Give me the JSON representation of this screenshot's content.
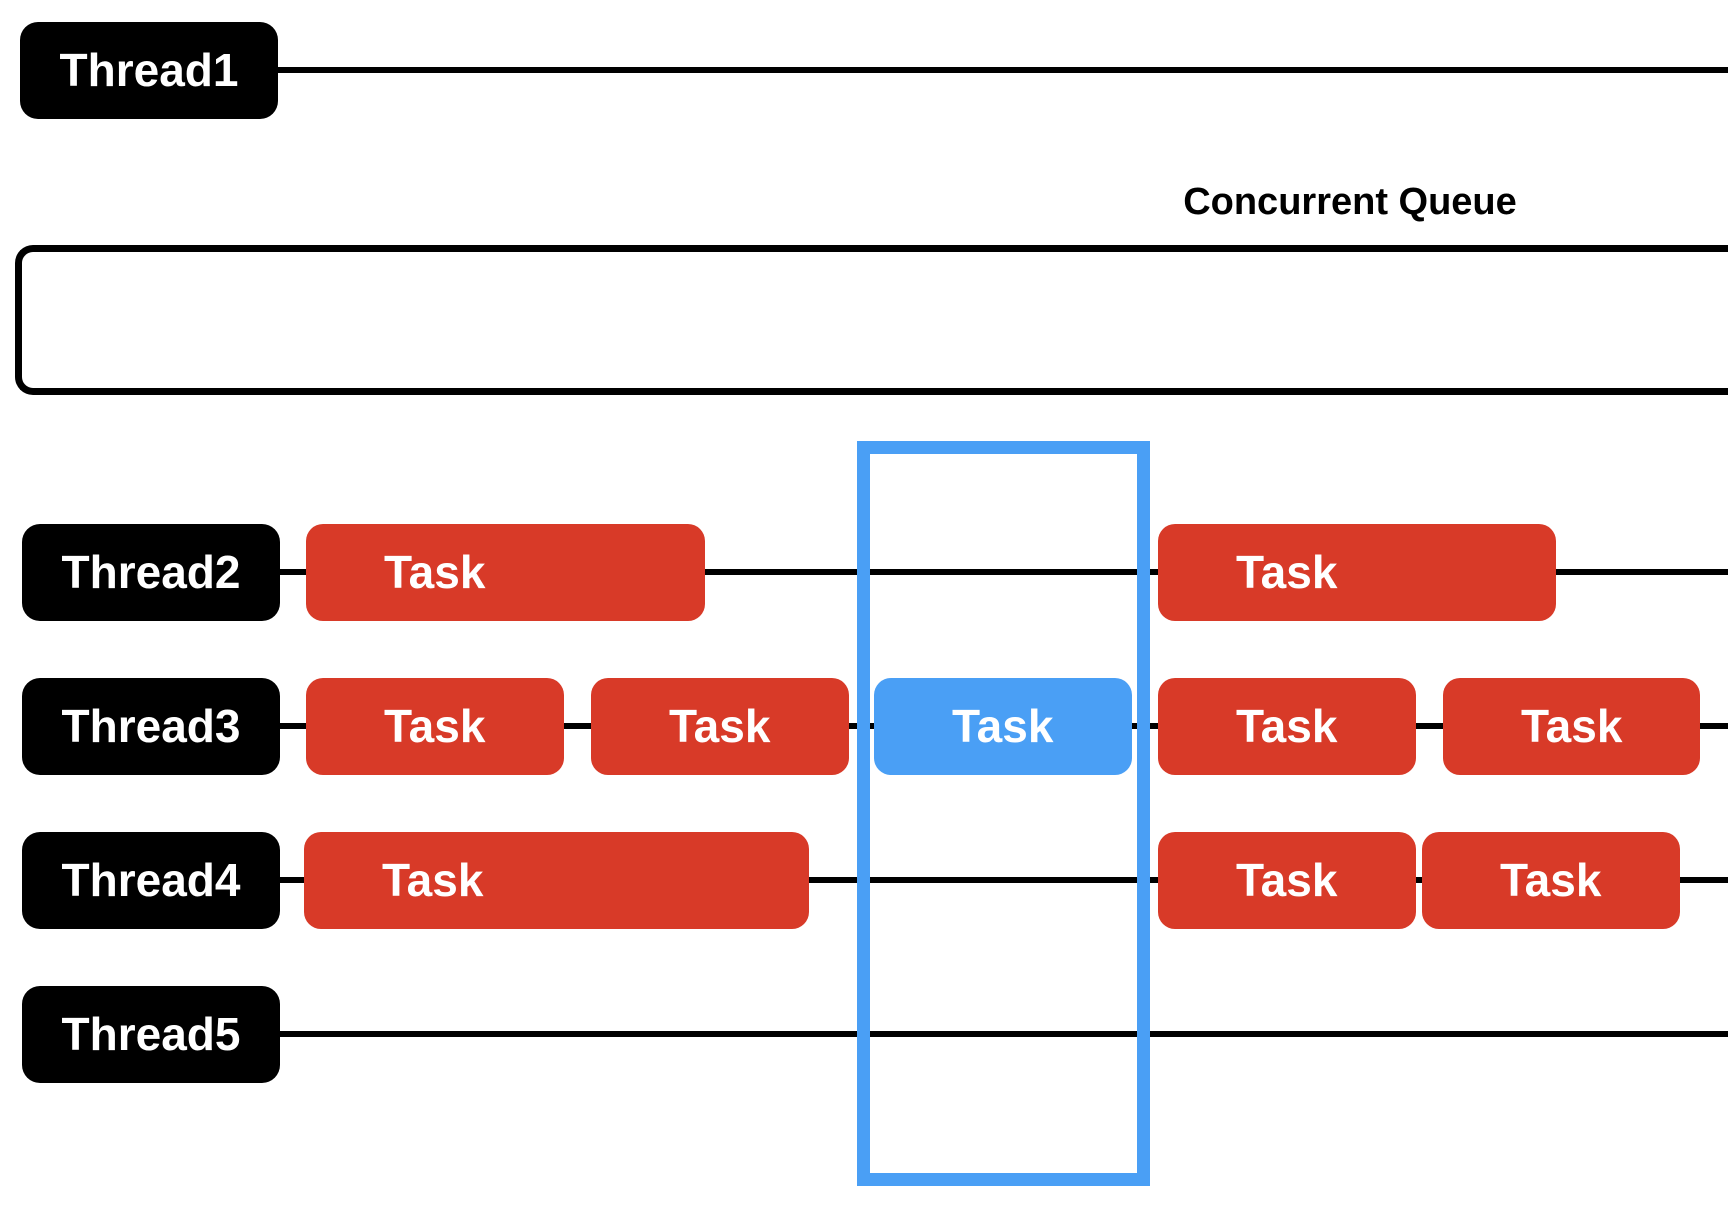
{
  "thread1": {
    "label": "Thread1"
  },
  "queue": {
    "title": "Concurrent Queue"
  },
  "threads": [
    {
      "label": "Thread2",
      "tasks": [
        {
          "label": "Task",
          "highlighted": false
        },
        {
          "label": "Task",
          "highlighted": false
        }
      ]
    },
    {
      "label": "Thread3",
      "tasks": [
        {
          "label": "Task",
          "highlighted": false
        },
        {
          "label": "Task",
          "highlighted": false
        },
        {
          "label": "Task",
          "highlighted": true
        },
        {
          "label": "Task",
          "highlighted": false
        },
        {
          "label": "Task",
          "highlighted": false
        }
      ]
    },
    {
      "label": "Thread4",
      "tasks": [
        {
          "label": "Task",
          "highlighted": false
        },
        {
          "label": "Task",
          "highlighted": false
        },
        {
          "label": "Task",
          "highlighted": false
        }
      ]
    },
    {
      "label": "Thread5",
      "tasks": []
    }
  ],
  "colors": {
    "thread_label_bg": "#000000",
    "task": "#D83A28",
    "highlight": "#4A9FF5",
    "line": "#000000"
  }
}
